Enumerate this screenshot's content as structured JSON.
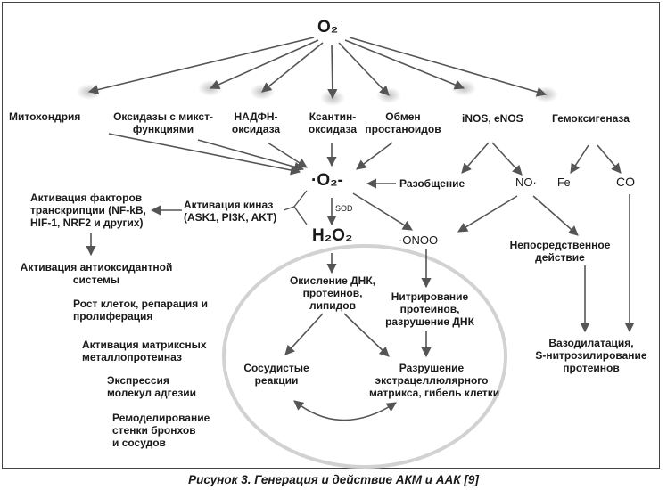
{
  "diagram": {
    "o2": "O₂",
    "top_row": {
      "mitochondria": "Митохондрия",
      "mixed_oxidases_1": "Оксидазы с микст-",
      "mixed_oxidases_2": "функциями",
      "nadph_1": "НАДФН-",
      "nadph_2": "оксидаза",
      "xanthine_1": "Ксантин-",
      "xanthine_2": "оксидаза",
      "prostanoid_1": "Обмен",
      "prostanoid_2": "простаноидов",
      "nos": "iNOS, eNOS",
      "heme_oxygenase": "Гемоксигеназа"
    },
    "superoxide": "·O₂-",
    "uncoupling": "Разобщение",
    "no": "NO·",
    "fe": "Fe",
    "co": "CO",
    "sod": "SOD",
    "h2o2": "H₂O₂",
    "peroxynitrite": "·ONOO-",
    "kinase_1": "Активация киназ",
    "kinase_2": "(ASK1, PI3K, AKT)",
    "tf_1": "Активация факторов",
    "tf_2": "транскрипции (NF-kB,",
    "tf_3": "HIF-1, NRF2 и других)",
    "antiox_1": "Активация антиоксидантной",
    "antiox_2": "системы",
    "growth_1": "Рост клеток, репарация и",
    "growth_2": "пролиферация",
    "mmp_1": "Активация матриксных",
    "mmp_2": "металлопротеиназ",
    "adhesion_1": "Экспрессия",
    "adhesion_2": "молекул адгезии",
    "remodel_1": "Ремоделирование",
    "remodel_2": "стенки бронхов",
    "remodel_3": "и сосудов",
    "oxidation_1": "Окисление ДНК,",
    "oxidation_2": "протеинов,",
    "oxidation_3": "липидов",
    "nitration_1": "Нитрирование",
    "nitration_2": "протеинов,",
    "nitration_3": "разрушение ДНК",
    "vascular_1": "Сосудистые",
    "vascular_2": "реакции",
    "ecm_1": "Разрушение",
    "ecm_2": "экстрацеллюлярного",
    "ecm_3": "матрикса, гибель клетки",
    "direct_1": "Непосредственное",
    "direct_2": "действие",
    "vasodil_1": "Вазодилатация,",
    "vasodil_2": "S-нитрозилирование",
    "vasodil_3": "протеинов"
  },
  "caption": "Рисунок 3. Генерация и действие АКМ и ААК [9]",
  "colors": {
    "arrow": "#555555",
    "text": "#1a1a1a",
    "ellipse": "#d2d2d2"
  }
}
